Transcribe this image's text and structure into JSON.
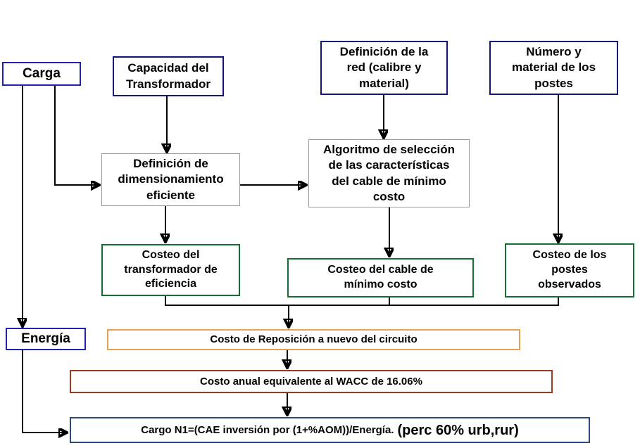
{
  "colors": {
    "navy": "#14147a",
    "royal_blue": "#2222b0",
    "gray": "#9a9a9a",
    "green": "#1b6b35",
    "orange": "#e8a053",
    "brick_red": "#9c3922",
    "steel_blue": "#2b4a7d",
    "arrow_black": "#000000",
    "background": "#ffffff",
    "text": "#000000"
  },
  "boxes": {
    "carga": {
      "label": "Carga"
    },
    "capacidad": {
      "label": "Capacidad del\nTransformador"
    },
    "definicion_red": {
      "label": "Definición de la\nred (calibre y\nmaterial)"
    },
    "numero_postes": {
      "label": "Número y\nmaterial de los\npostes"
    },
    "dimensionamiento": {
      "label": "Definición de\ndimensionamiento\neficiente"
    },
    "algoritmo": {
      "label": "Algoritmo de selección\nde las características\ndel cable de mínimo\ncosto"
    },
    "costeo_transformador": {
      "label": "Costeo del\ntransformador de\neficiencia"
    },
    "costeo_cable": {
      "label": "Costeo del cable de\nmínimo costo"
    },
    "costeo_postes": {
      "label": "Costeo de los\npostes\nobservados"
    },
    "energia": {
      "label": "Energía"
    },
    "reposicion": {
      "label": "Costo de Reposición a nuevo del circuito"
    },
    "wacc": {
      "label": "Costo anual equivalente al WACC de 16.06%"
    },
    "cargo_n1": {
      "formula": "Cargo N1=(CAE inversión por (1+%AOM))/Energía.",
      "suffix": "(perc 60% urb,rur)"
    }
  }
}
